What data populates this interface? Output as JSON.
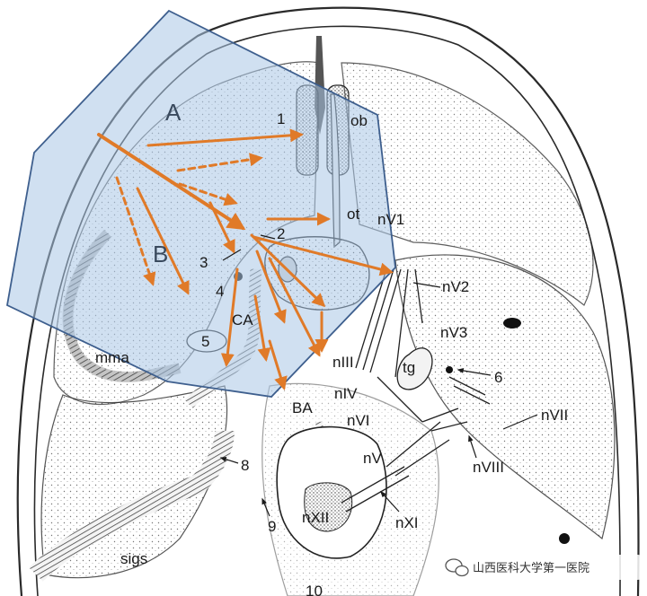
{
  "regions": {
    "a": "A",
    "b": "B"
  },
  "labels": {
    "n1": "1",
    "ob": "ob",
    "ot": "ot",
    "nv1": "nV1",
    "n2": "2",
    "n3": "3",
    "n4": "4",
    "ca": "CA",
    "n5": "5",
    "nv2": "nV2",
    "nv3": "nV3",
    "nIII": "nIII",
    "tg": "tg",
    "n6": "6",
    "nIV": "nIV",
    "nVI": "nVI",
    "ba": "BA",
    "nVII": "nVII",
    "mma": "mma",
    "nV": "nV",
    "nVIII": "nVIII",
    "n8": "8",
    "n9": "9",
    "nXII": "nXII",
    "nXI": "nXI",
    "sigs": "sigs",
    "n10": "10"
  },
  "watermark": {
    "text": "山西医科大学第一医院"
  },
  "colors": {
    "skull_line": "#2a2a2a",
    "region_fill": "#aac6e6",
    "region_stroke": "#3e5f8e",
    "arrow": "#e07a28",
    "vessel": "#7a7a7a"
  }
}
